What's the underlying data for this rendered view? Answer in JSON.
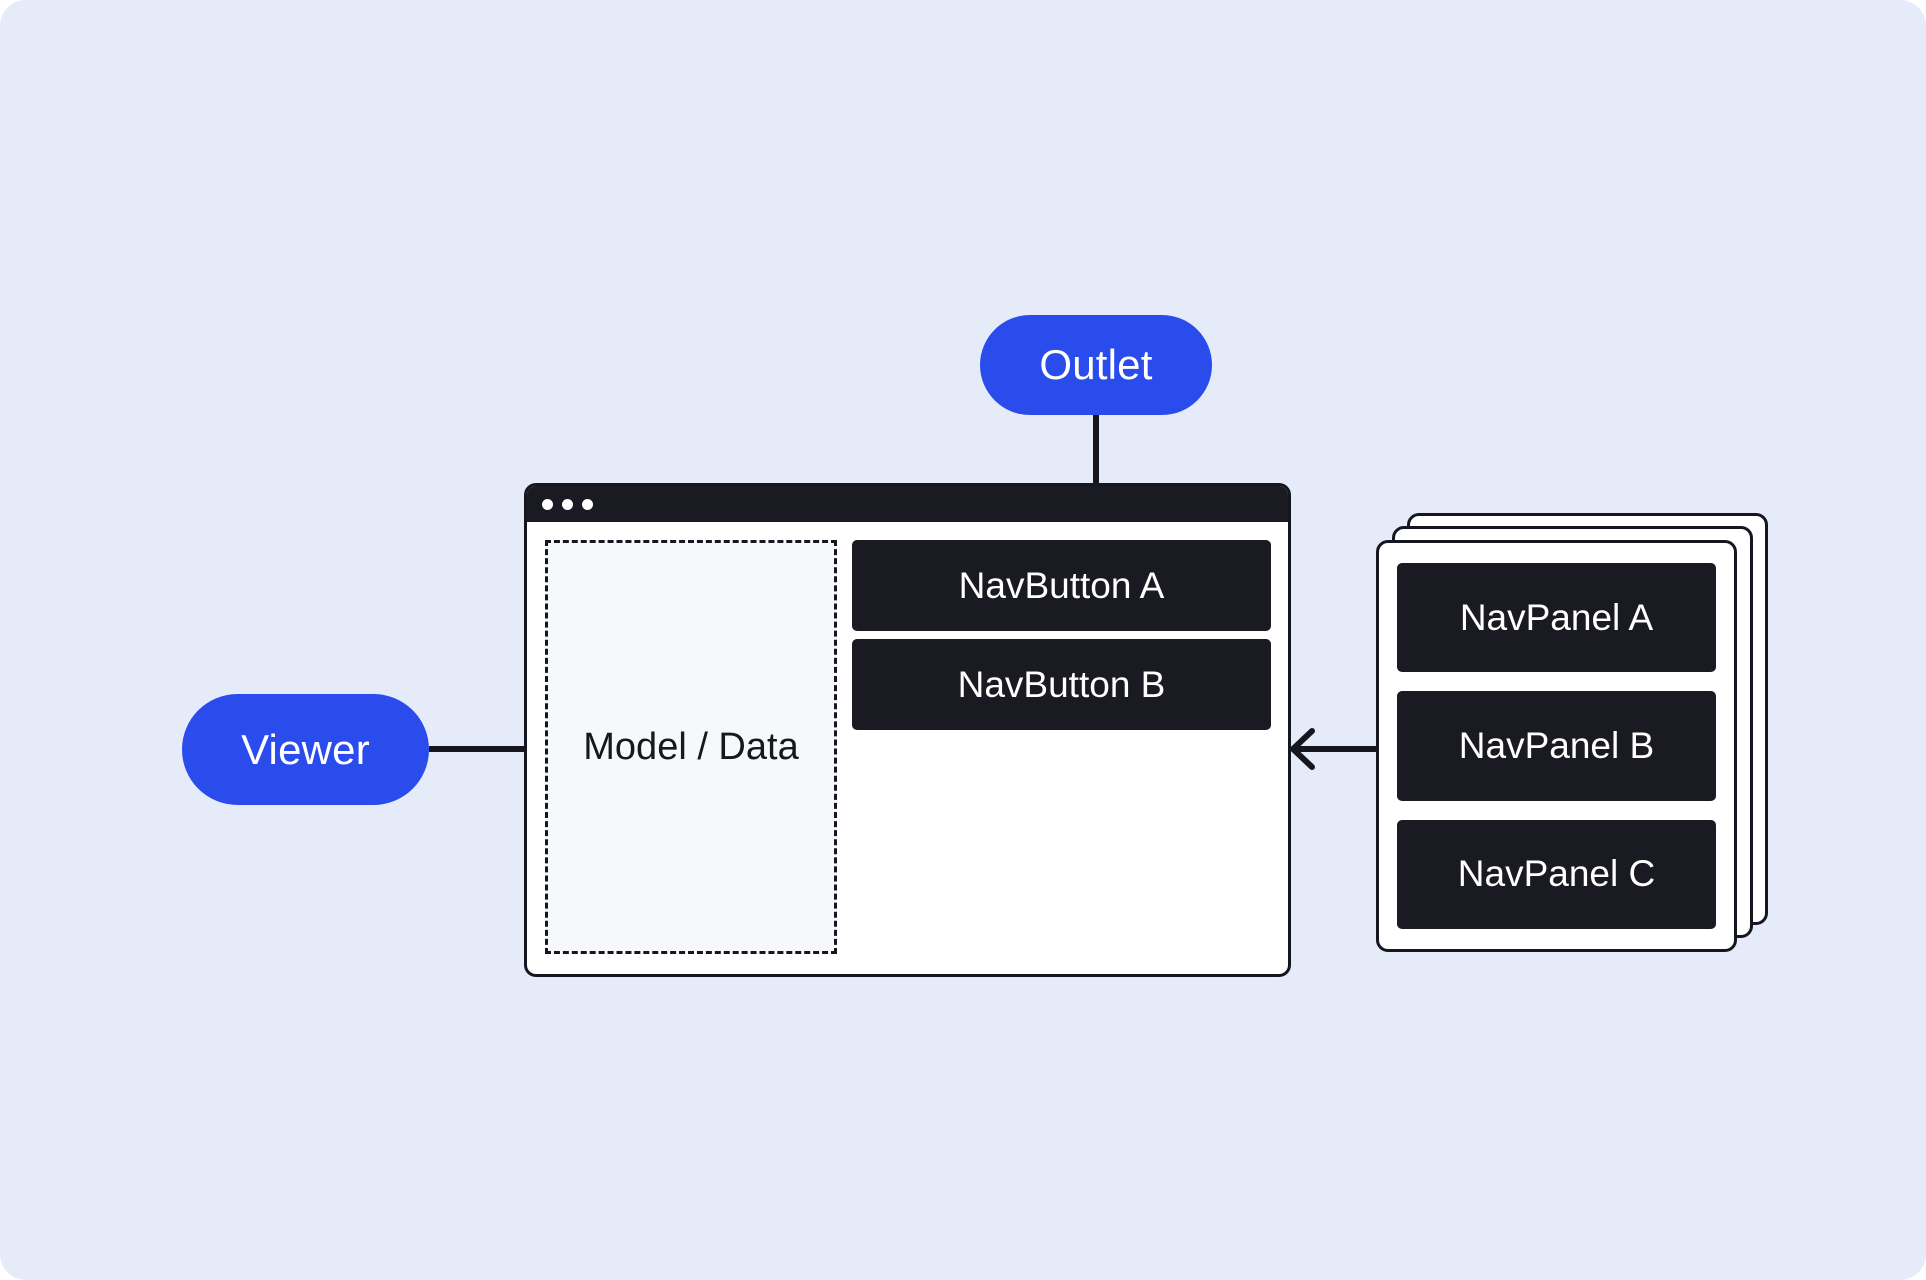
{
  "canvas": {
    "background_color": "#e6ebfa",
    "accent_color": "#2b4ced",
    "dark_color": "#1a1a22",
    "panel_fill_color": "#f7f8fa"
  },
  "nodes": {
    "outlet": {
      "label": "Outlet",
      "shape": "pill",
      "color": "#2b4ced"
    },
    "viewer": {
      "label": "Viewer",
      "shape": "pill",
      "color": "#2b4ced"
    }
  },
  "browser_window": {
    "titlebar": {
      "dots": [
        "window-dot-1",
        "window-dot-2",
        "window-dot-3"
      ]
    },
    "model_data": {
      "label": "Model / Data",
      "style": "dashed"
    },
    "nav_buttons": [
      {
        "label": "NavButton A"
      },
      {
        "label": "NavButton B"
      }
    ]
  },
  "nav_panel_stack": {
    "card_count": 3,
    "panels": [
      {
        "label": "NavPanel A"
      },
      {
        "label": "NavPanel B"
      },
      {
        "label": "NavPanel C"
      }
    ]
  },
  "connectors": [
    {
      "name": "outlet-to-navbutton-a",
      "from": "outlet",
      "to": "nav-button-a",
      "arrowhead": false,
      "orientation": "vertical"
    },
    {
      "name": "viewer-to-window",
      "from": "viewer",
      "to": "browser-window",
      "arrowhead": false,
      "orientation": "horizontal"
    },
    {
      "name": "navpanel-stack-to-window",
      "from": "nav-panel-stack",
      "to": "browser-window",
      "arrowhead": true,
      "orientation": "horizontal-left"
    }
  ]
}
